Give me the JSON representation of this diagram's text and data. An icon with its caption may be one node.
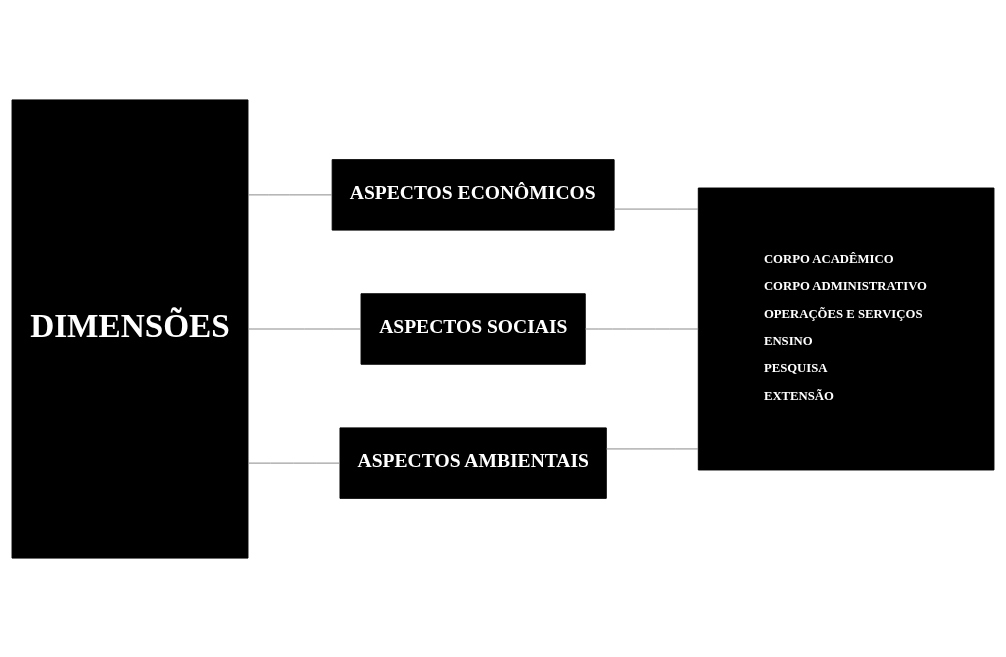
{
  "diagram": {
    "nodes": [
      {
        "text": [
          "DIMENSÕES"
        ]
      },
      {
        "text": [
          "ASPECTOS ECONÔMICOS"
        ]
      },
      {
        "text": [
          "ASPECTOS SOCIAIS"
        ]
      },
      {
        "text": [
          "ASPECTOS AMBIENTAIS"
        ]
      },
      {
        "text": [
          "CORPO ACADÊMICO",
          "CORPO ADMINISTRATIVO",
          "OPERAÇÕES E SERVIÇOS",
          "ENSINO",
          "PESQUISA",
          "EXTENSÃO"
        ]
      }
    ],
    "edges": [
      {
        "from": 0,
        "to": 1,
        "arrow": "none"
      },
      {
        "from": 0,
        "to": 2,
        "arrow": "none"
      },
      {
        "from": 0,
        "to": 3,
        "arrow": "none"
      },
      {
        "from": 1,
        "to": 4,
        "arrow": "none"
      },
      {
        "from": 2,
        "to": 4,
        "arrow": "none"
      },
      {
        "from": 3,
        "to": 4,
        "arrow": "none"
      }
    ]
  }
}
